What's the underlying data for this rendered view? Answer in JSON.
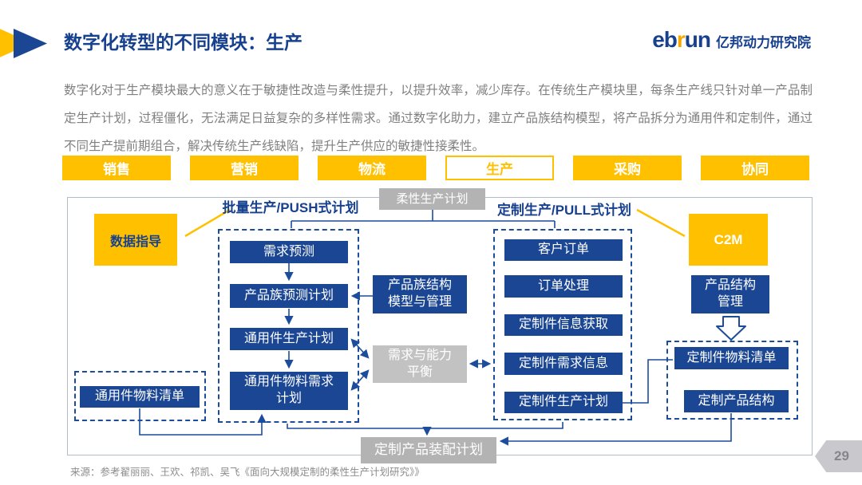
{
  "header": {
    "title": "数字化转型的不同模块：生产",
    "logo_eb": "eb",
    "logo_r": "r",
    "logo_un": "un",
    "logo_cn": "亿邦动力研究院"
  },
  "intro": "数字化对于生产模块最大的意义在于敏捷性改造与柔性提升，以提升效率，减少库存。在传统生产模块里，每条生产线只针对单一产品制定生产计划，过程僵化，无法满足日益复杂的多样性需求。通过数字化助力，建立产品族结构模型，将产品拆分为通用件和定制件，通过不同生产提前期组合，解决传统生产线缺陷，提升生产供应的敏捷性接柔性。",
  "tabs": [
    {
      "label": "销售",
      "active": false
    },
    {
      "label": "营销",
      "active": false
    },
    {
      "label": "物流",
      "active": false
    },
    {
      "label": "生产",
      "active": true
    },
    {
      "label": "采购",
      "active": false
    },
    {
      "label": "协同",
      "active": false
    }
  ],
  "diagram": {
    "top_label": "柔性生产计划",
    "push_label": "批量生产/PUSH式计划",
    "pull_label": "定制生产/PULL式计划",
    "data_guide": "数据指导",
    "c2m": "C2M",
    "push_steps": [
      "需求预测",
      "产品族预测计划",
      "通用件生产计划",
      "通用件物料需求\n计划"
    ],
    "pull_steps": [
      "客户订单",
      "订单处理",
      "定制件信息获取",
      "定制件需求信息",
      "定制件生产计划"
    ],
    "family_model": "产品族结构\n模型与管理",
    "balance": "需求与能力\n平衡",
    "product_structure": "产品结构\n管理",
    "custom_bom": "定制件物料清单",
    "custom_structure": "定制产品结构",
    "common_bom": "通用件物料清单",
    "assembly_plan": "定制产品装配计划"
  },
  "footer": {
    "source": "来源：参考翟丽丽、王欢、祁凯、吴飞《面向大规模定制的柔性生产计划研究》》",
    "page": "29"
  },
  "colors": {
    "accent_yellow": "#FFC000",
    "navy_box": "#1B4693",
    "navy_text": "#17418E",
    "gray_box": "#B3B3B3",
    "dashed_border": "#1C4C9C"
  }
}
